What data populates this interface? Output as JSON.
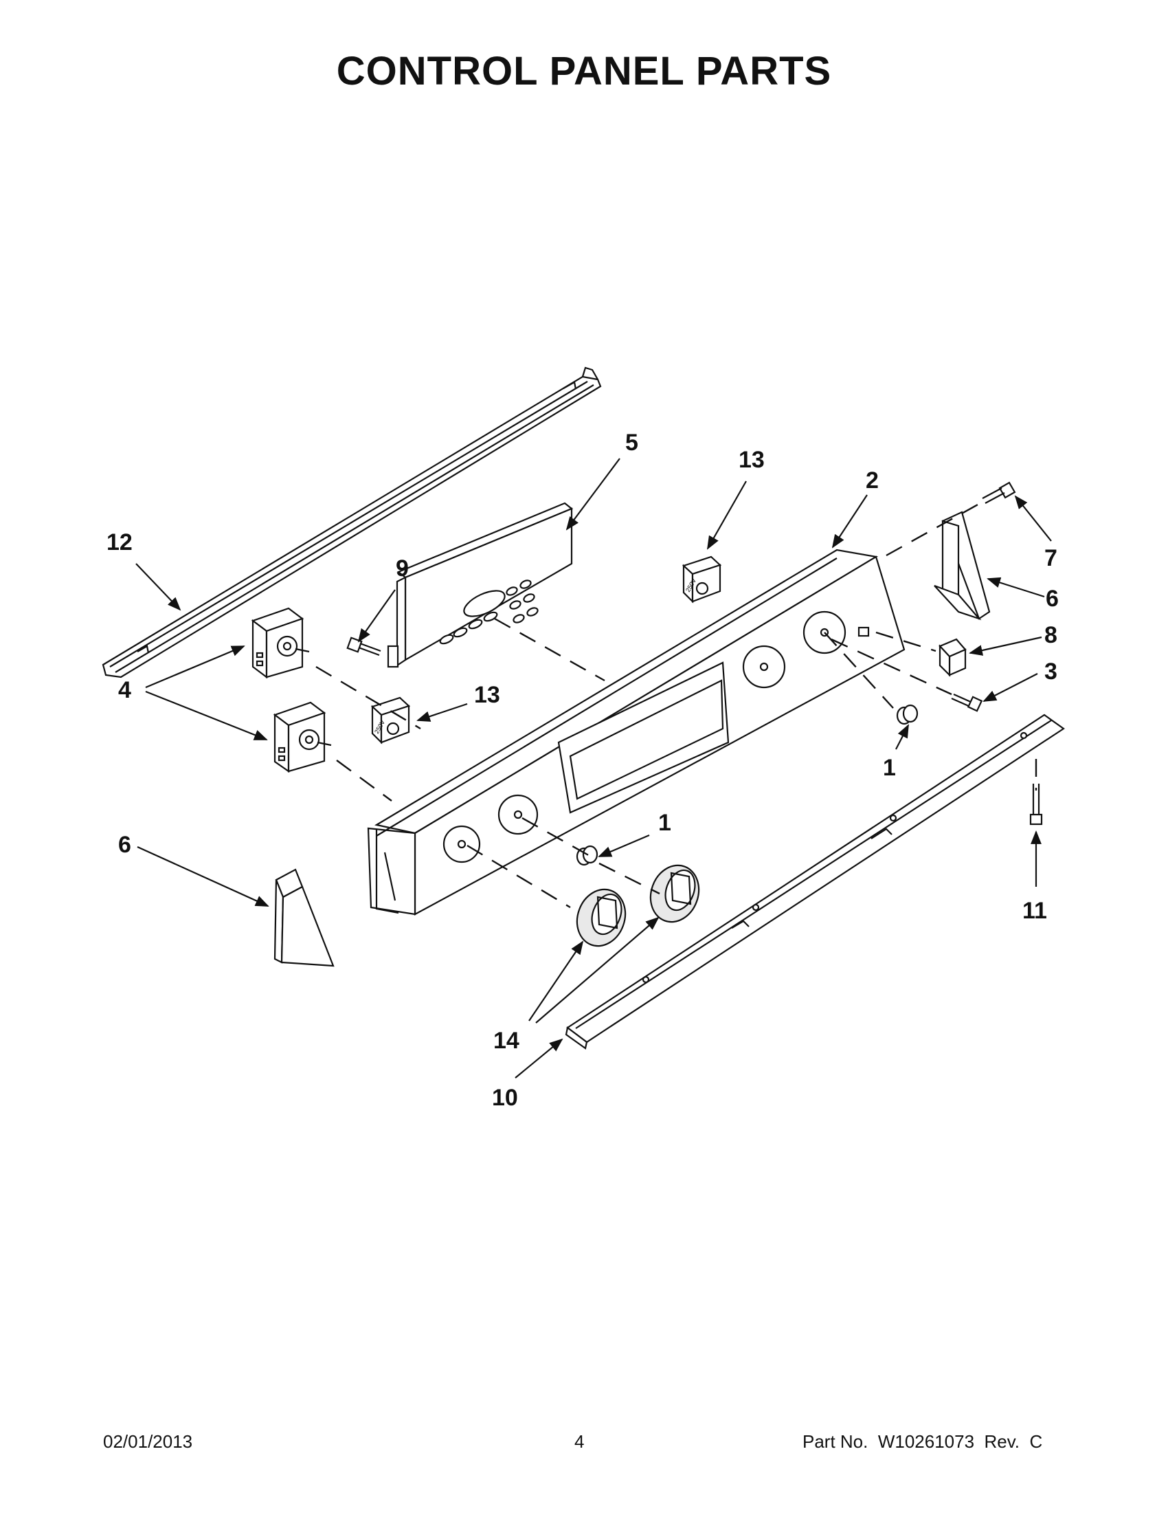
{
  "page": {
    "title": "CONTROL PANEL PARTS",
    "footer": {
      "date": "02/01/2013",
      "page_number": "4",
      "part_number": "Part No.  W10261073  Rev.  C"
    }
  },
  "diagram": {
    "callouts": [
      {
        "id": "c12",
        "label": "12"
      },
      {
        "id": "c5",
        "label": "5"
      },
      {
        "id": "c9",
        "label": "9"
      },
      {
        "id": "c13a",
        "label": "13"
      },
      {
        "id": "c2",
        "label": "2"
      },
      {
        "id": "c7",
        "label": "7"
      },
      {
        "id": "c6a",
        "label": "6"
      },
      {
        "id": "c8",
        "label": "8"
      },
      {
        "id": "c3",
        "label": "3"
      },
      {
        "id": "c1a",
        "label": "1"
      },
      {
        "id": "c4",
        "label": "4"
      },
      {
        "id": "c13b",
        "label": "13"
      },
      {
        "id": "c6b",
        "label": "6"
      },
      {
        "id": "c1b",
        "label": "1"
      },
      {
        "id": "c11",
        "label": "11"
      },
      {
        "id": "c14",
        "label": "14"
      },
      {
        "id": "c10",
        "label": "10"
      }
    ],
    "switch_marking": "250V"
  }
}
